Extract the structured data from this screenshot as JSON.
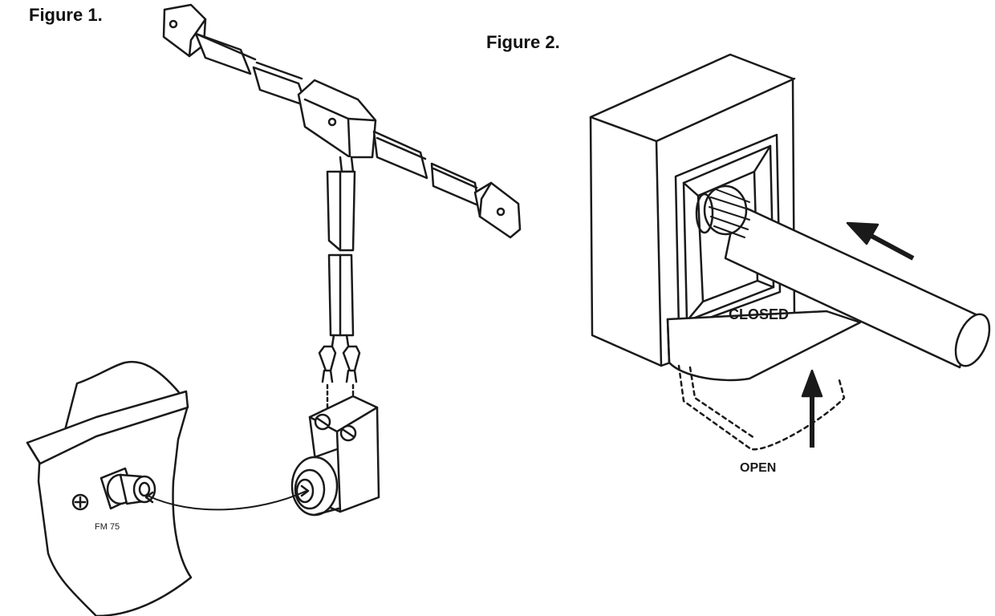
{
  "figure1": {
    "title": "Figure 1.",
    "jack_label": "FM 75"
  },
  "figure2": {
    "title": "Figure 2.",
    "closed_label": "CLOSED",
    "open_label": "OPEN"
  },
  "colors": {
    "ink": "#1a1a1a",
    "paper": "#ffffff"
  }
}
